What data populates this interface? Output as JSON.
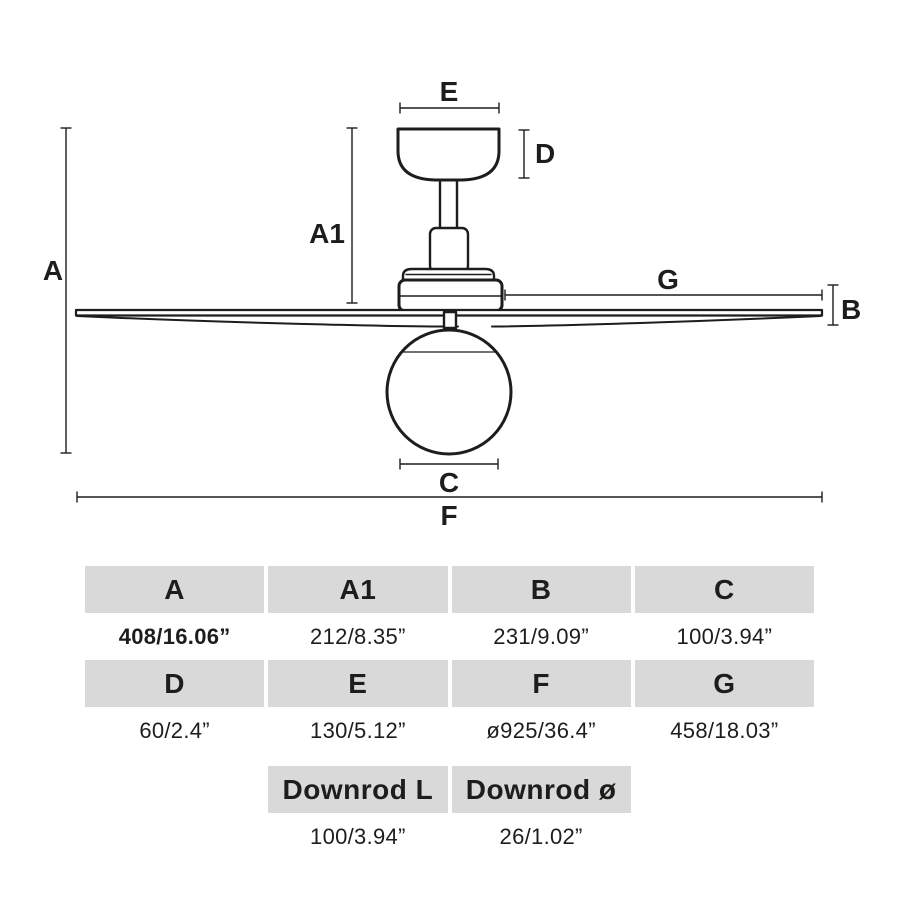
{
  "colors": {
    "line_color": "#1d1d1b",
    "text_color": "#1d1d1b",
    "table_header_bg": "#d9d9d9",
    "background": "#ffffff"
  },
  "diagram": {
    "labels": {
      "a": "A",
      "a1": "A1",
      "b": "B",
      "c": "C",
      "d": "D",
      "e": "E",
      "f": "F",
      "g": "G"
    }
  },
  "table": {
    "row1": {
      "headers": [
        "A",
        "A1",
        "B",
        "C"
      ],
      "values": [
        "408/16.06”",
        "212/8.35”",
        "231/9.09”",
        "100/3.94”"
      ]
    },
    "row2": {
      "headers": [
        "D",
        "E",
        "F",
        "G"
      ],
      "values": [
        "60/2.4”",
        "130/5.12”",
        "ø925/36.4”",
        "458/18.03”"
      ]
    },
    "row3": {
      "headers": [
        "Downrod L",
        "Downrod ø"
      ],
      "values": [
        "100/3.94”",
        "26/1.02”"
      ]
    }
  }
}
